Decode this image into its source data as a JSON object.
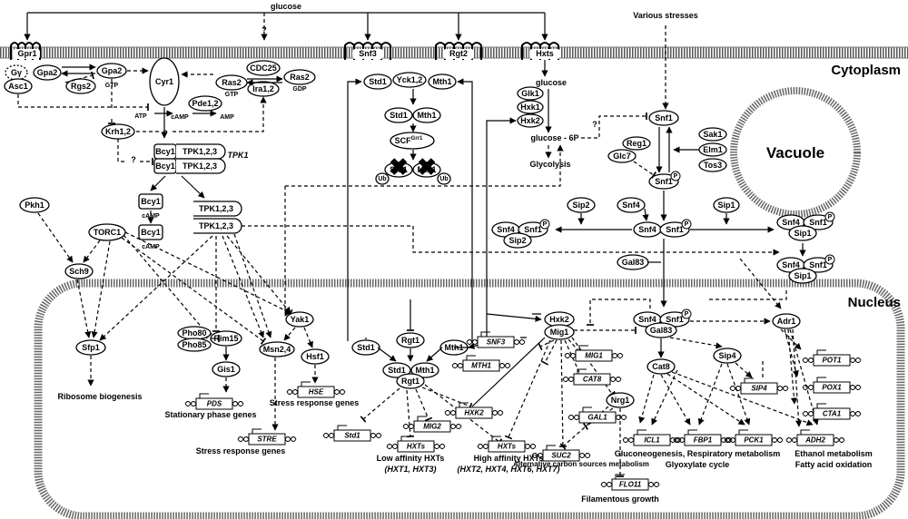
{
  "labels": {
    "glucose_top": "glucose",
    "question": "?",
    "various_stresses": "Various stresses",
    "cytoplasm": "Cytoplasm",
    "vacuole": "Vacuole",
    "nucleus": "Nucleus",
    "atp": "ATP",
    "camp": "cAMP",
    "amp": "AMP",
    "gtp": "GTP",
    "gdp": "GDP",
    "tpk1": "TPK1",
    "glucose_mid": "glucose",
    "glucose_6p": "glucose - 6P",
    "glycolysis": "Glycolysis",
    "scf": "SCF",
    "scf_sup": "Grr1",
    "ub": "Ub",
    "p": "P",
    "ribosome": "Ribosome biogenesis",
    "stationary": "Stationary phase genes",
    "stress_resp1": "Stress response genes",
    "stress_resp2": "Stress response genes",
    "low_aff": "Low affinity HXTs",
    "low_aff_sub": "(HXT1, HXT3)",
    "high_aff": "High affinity HXTs",
    "high_aff_sub": "(HXT2, HXT4, HXT6, HXT7)",
    "alt_carbon": "Alternative carbon sources metabolism",
    "filamentous": "Filamentous growth",
    "gluconeo": "Gluconeogenesis, Respiratory metabolism",
    "glyoxylate": "Glyoxylate cycle",
    "ethanol": "Ethanol metabolism",
    "fatty": "Fatty acid oxidation"
  },
  "nodes": {
    "gpr1": "Gpr1",
    "gy": "Gγ",
    "gpa2a": "Gpa2",
    "asc1": "Asc1",
    "gdp_small": "GDP",
    "rgs2": "Rgs2",
    "gpa2b": "Gpa2",
    "cyr1": "Cyr1",
    "ras2a": "Ras2",
    "cdc25": "CDC25",
    "ras2b": "Ras2",
    "ira12": "Ira1,2",
    "pde12": "Pde1,2",
    "krh12": "Krh1,2",
    "bcy1a": "Bcy1",
    "tpka": "TPK1,2,3",
    "bcy1b": "Bcy1",
    "tpkb": "TPK1,2,3",
    "bcy1c": "Bcy1",
    "tpkc": "TPK1,2,3",
    "bcy1d": "Bcy1",
    "tpkd": "TPK1,2,3",
    "pkh1": "Pkh1",
    "torc1": "TORC1",
    "sch9": "Sch9",
    "snf3": "Snf3",
    "rgt2": "Rgt2",
    "hxts": "Hxts",
    "std1a": "Std1",
    "yck12": "Yck1,2",
    "mth1a": "Mth1",
    "std1b": "Std1",
    "mth1b": "Mth1",
    "std1c": "Std1",
    "mth1c": "Mth1",
    "glk1": "Glk1",
    "hxk1": "Hxk1",
    "hxk2a": "Hxk2",
    "snf1a": "Snf1",
    "sak1": "Sak1",
    "elm1": "Elm1",
    "tos3": "Tos3",
    "reg1": "Reg1",
    "glc7": "Glc7",
    "snf1b": "Snf1",
    "sip2": "Sip2",
    "snf4a": "Snf4",
    "snf1c": "Snf1",
    "sip2b": "Sip2",
    "snf4b": "Snf4",
    "snf1d": "Snf1",
    "sip1": "Sip1",
    "snf4c": "Snf4",
    "snf1e": "Snf1",
    "sip1b": "Sip1",
    "snf4d": "Snf4",
    "snf1f": "Snf1",
    "sip1c": "Sip1",
    "gal83": "Gal83",
    "snf4e": "Snf4",
    "snf1g": "Snf1",
    "gal83b": "Gal83",
    "sfp1": "Sfp1",
    "pho80": "Pho80",
    "pho85": "Pho85",
    "rim15": "Rim15",
    "gis1": "Gis1",
    "yak1": "Yak1",
    "msn24": "Msn2,4",
    "hsf1": "Hsf1",
    "rgt1a": "Rgt1",
    "std1d": "Std1",
    "mth1d": "Mth1",
    "std1e": "Std1",
    "mth1e": "Mth1",
    "rgt1b": "Rgt1",
    "hxk2b": "Hxk2",
    "mig1": "Mig1",
    "nrg1": "Nrg1",
    "cat8": "Cat8",
    "sip4": "Sip4",
    "adr1": "Adr1"
  },
  "genes": {
    "pds": "PDS",
    "hse": "HSE",
    "stre": "STRE",
    "std1g": "Std1",
    "mig2": "MIG2",
    "hxtsl": "HXTs",
    "hxk2g": "HXK2",
    "hxtsh": "HXTs",
    "snf3g": "SNF3",
    "mth1g": "MTH1",
    "mig1g": "MIG1",
    "cat8g": "CAT8",
    "suc2": "SUC2",
    "gal1": "GAL1",
    "flo11": "FLO11",
    "icl1": "ICL1",
    "fbp1": "FBP1",
    "pck1": "PCK1",
    "sip4g": "SIP4",
    "pot1": "POT1",
    "pox1": "POX1",
    "cta1": "CTA1",
    "adh2": "ADH2"
  }
}
